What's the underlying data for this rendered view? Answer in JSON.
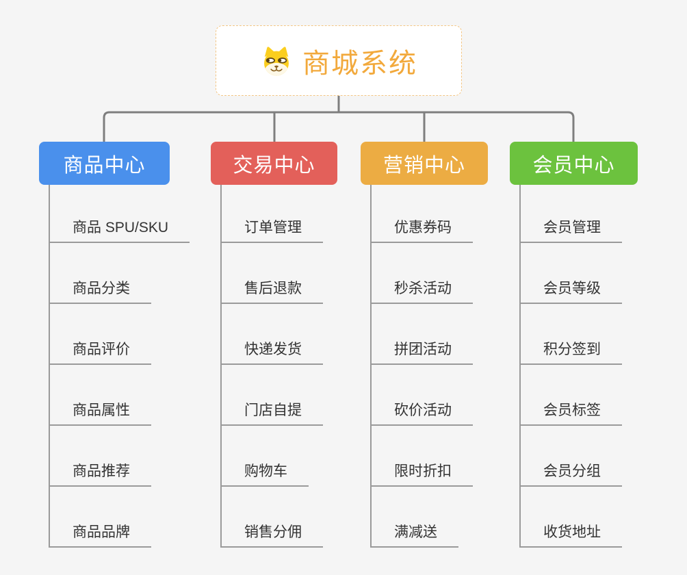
{
  "page": {
    "background": "#f5f5f5"
  },
  "root": {
    "title": "商城系统",
    "icon": "dog-face-icon",
    "text_color": "#f2a93c",
    "border_color": "#f3c583"
  },
  "connector_color": "#7e7e7e",
  "line_color": "#9a9a9a",
  "branches": [
    {
      "label": "商品中心",
      "color": "#4a90ec",
      "items": [
        "商品 SPU/SKU",
        "商品分类",
        "商品评价",
        "商品属性",
        "商品推荐",
        "商品品牌"
      ]
    },
    {
      "label": "交易中心",
      "color": "#e3605a",
      "items": [
        "订单管理",
        "售后退款",
        "快递发货",
        "门店自提",
        "购物车",
        "销售分佣"
      ]
    },
    {
      "label": "营销中心",
      "color": "#ecac43",
      "items": [
        "优惠券码",
        "秒杀活动",
        "拼团活动",
        "砍价活动",
        "限时折扣",
        "满减送"
      ]
    },
    {
      "label": "会员中心",
      "color": "#6cc23e",
      "items": [
        "会员管理",
        "会员等级",
        "积分签到",
        "会员标签",
        "会员分组",
        "收货地址"
      ]
    }
  ]
}
